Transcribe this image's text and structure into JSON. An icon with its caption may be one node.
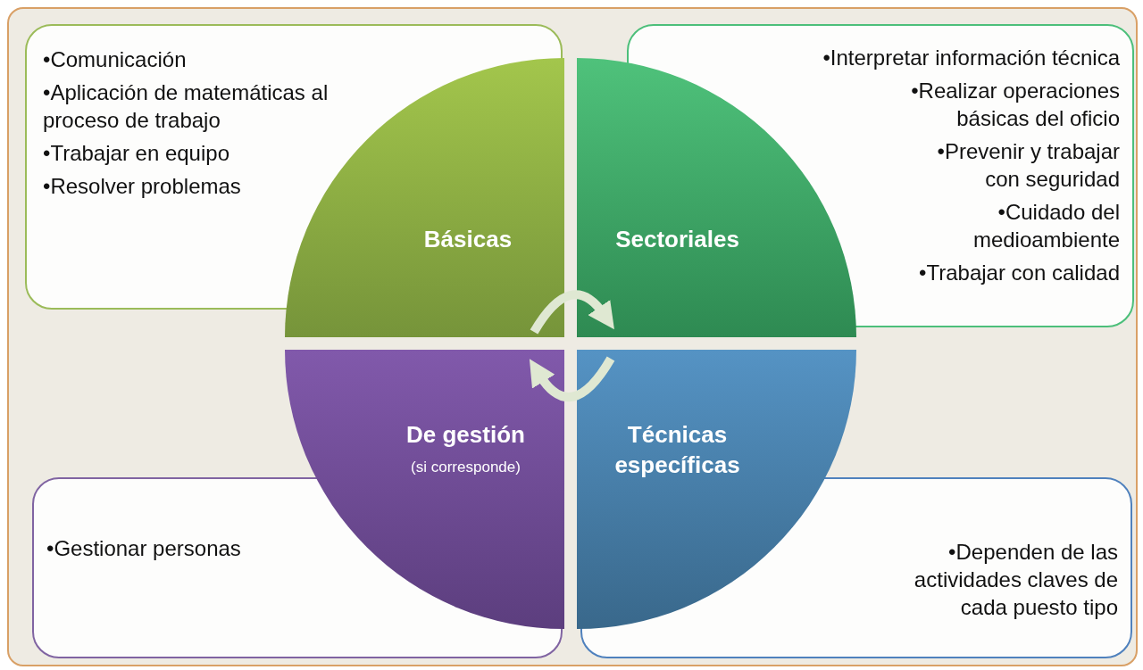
{
  "diagram": {
    "nodes": [
      {
        "text": [
          "•Comunicación",
          "•Aplicación de matemáticas al proceso de trabajo",
          "•Trabajar en equipo",
          "•Resolver problemas"
        ]
      },
      {
        "text": [
          "•Interpretar información técnica",
          "•Realizar operaciones básicas del oficio",
          "•Prevenir y trabajar con seguridad",
          "•Cuidado del medioambiente",
          "•Trabajar con calidad"
        ]
      },
      {
        "text": [
          "•Gestionar personas"
        ]
      },
      {
        "text": [
          "•Dependen de las actividades claves de cada puesto tipo"
        ]
      },
      {
        "text": [
          "Básicas"
        ]
      },
      {
        "text": [
          "Sectoriales"
        ]
      },
      {
        "text": [
          "De gestión",
          "(si corresponde)"
        ]
      },
      {
        "text": [
          "Técnicas específicas"
        ]
      }
    ],
    "edges": [
      {
        "from": 4,
        "to": 5,
        "arrow": "to"
      },
      {
        "from": 7,
        "to": 6,
        "arrow": "to"
      }
    ]
  }
}
